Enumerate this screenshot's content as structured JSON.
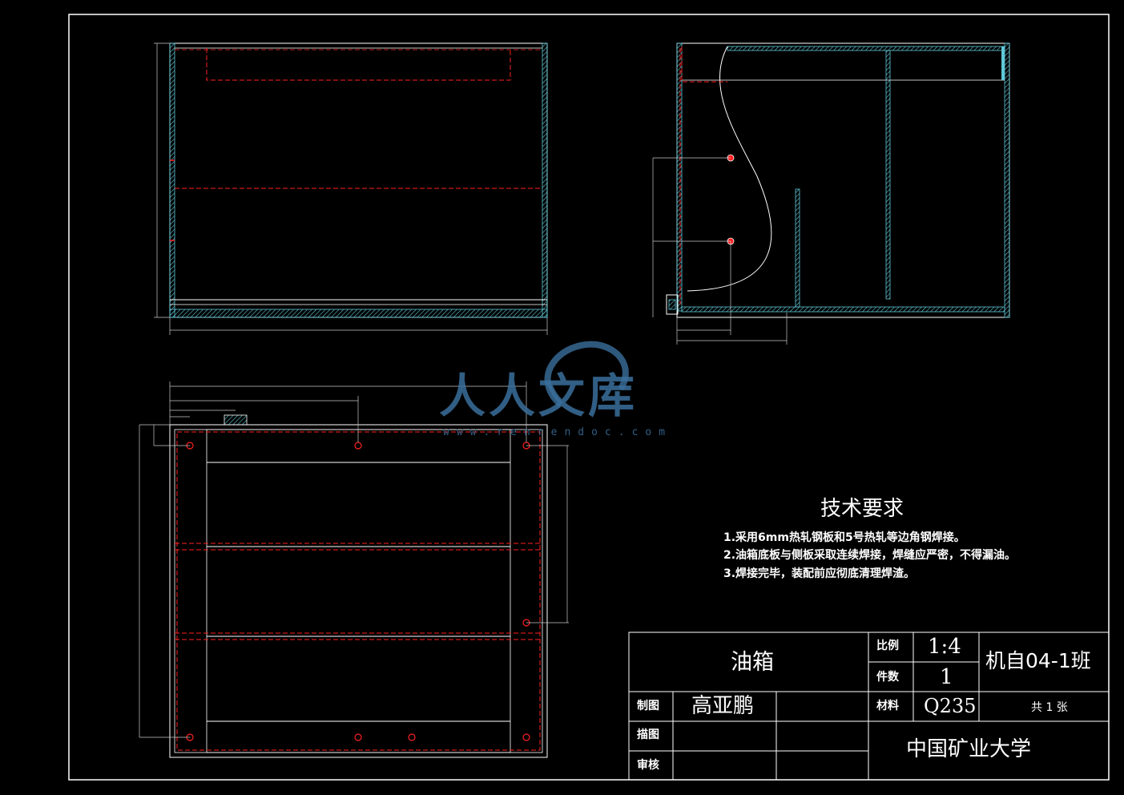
{
  "tech_requirements": {
    "title": "技术要求",
    "items": [
      "1.采用6mm热轧钢板和5号热轧等边角钢焊接。",
      "2.油箱底板与侧板采取连续焊接，焊缝应严密，不得漏油。",
      "3.焊接完毕，装配前应彻底清理焊渣。"
    ]
  },
  "title_block": {
    "part_name": "油箱",
    "scale_label": "比例",
    "scale_value": "1:4",
    "count_label": "件数",
    "count_value": "1",
    "material_label": "材料",
    "material_value": "Q235",
    "class_name": "机自04-1班",
    "sheets": "共 1 张",
    "drawn_label": "制图",
    "drawn_by": "高亚鹏",
    "traced_label": "描图",
    "checked_label": "审核",
    "school": "中国矿业大学"
  },
  "watermark": {
    "text": "人人文库",
    "url": "www.renrendoc.com"
  },
  "colors": {
    "background": "#000000",
    "outline": "#ffffff",
    "hidden_line": "#ff2020",
    "hatch": "#5fc8d8",
    "dimension": "#c8c8c8",
    "watermark": "#3a6f9c"
  }
}
